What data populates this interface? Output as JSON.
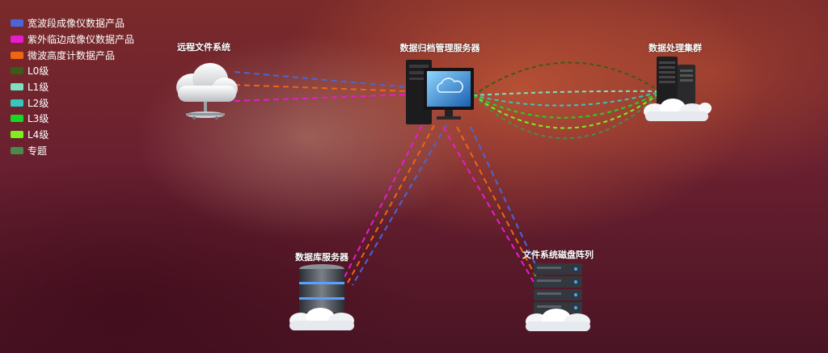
{
  "legend": [
    {
      "label": "宽波段成像仪数据产品",
      "color": "#4a66d6"
    },
    {
      "label": "紫外临边成像仪数据产品",
      "color": "#e81ccf"
    },
    {
      "label": "微波高度计数据产品",
      "color": "#ee6612"
    },
    {
      "label": "L0级",
      "color": "#3c5a18"
    },
    {
      "label": "L1级",
      "color": "#7ee0c0"
    },
    {
      "label": "L2级",
      "color": "#36c8c0"
    },
    {
      "label": "L3级",
      "color": "#17d827"
    },
    {
      "label": "L4级",
      "color": "#7cf01c"
    },
    {
      "label": "专题",
      "color": "#4a8a4a"
    }
  ],
  "nodes": {
    "remote": {
      "label": "远程文件系统"
    },
    "archive": {
      "label": "数据归档管理服务器"
    },
    "processing": {
      "label": "数据处理集群"
    },
    "database": {
      "label": "数据库服务器"
    },
    "disk": {
      "label": "文件系统磁盘阵列"
    }
  }
}
